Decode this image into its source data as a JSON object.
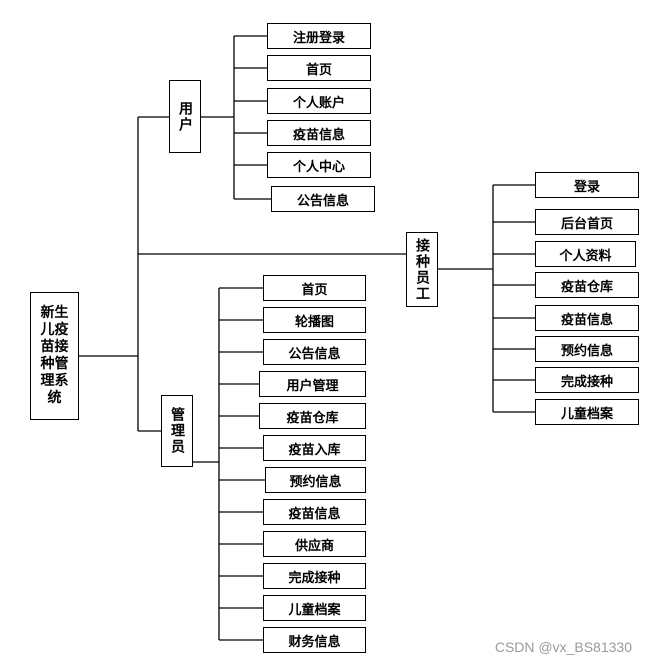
{
  "root": {
    "label": "新生儿疫苗接种管理系统"
  },
  "user": {
    "label": "用户",
    "items": [
      "注册登录",
      "首页",
      "个人账户",
      "疫苗信息",
      "个人中心",
      "公告信息"
    ]
  },
  "worker": {
    "label": "接种员工",
    "items": [
      "登录",
      "后台首页",
      "个人资料",
      "疫苗仓库",
      "疫苗信息",
      "预约信息",
      "完成接种",
      "儿童档案"
    ]
  },
  "admin": {
    "label": "管理员",
    "items": [
      "首页",
      "轮播图",
      "公告信息",
      "用户管理",
      "疫苗仓库",
      "疫苗入库",
      "预约信息",
      "疫苗信息",
      "供应商",
      "完成接种",
      "儿童档案",
      "财务信息"
    ]
  },
  "watermark": "CSDN @vx_BS81330"
}
